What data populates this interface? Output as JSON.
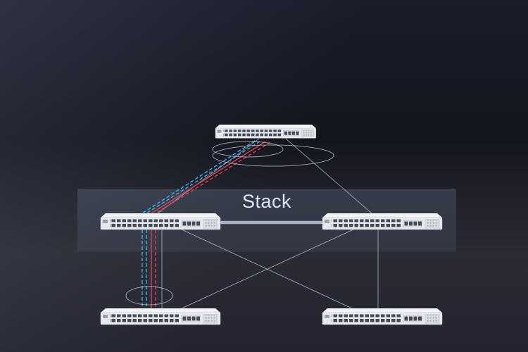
{
  "diagram": {
    "stack_label": "Stack",
    "colors": {
      "blue_link": "#3fb0ea",
      "red_link": "#e23d55",
      "plain_link": "rgba(214,223,238,0.6)",
      "stack_link": "#a9b3c5",
      "loop_stroke": "rgba(212,221,236,0.65)"
    },
    "devices": [
      {
        "id": "core-switch",
        "role": "core"
      },
      {
        "id": "stack-member-1",
        "role": "aggregation"
      },
      {
        "id": "stack-member-2",
        "role": "aggregation"
      },
      {
        "id": "access-switch-1",
        "role": "access"
      },
      {
        "id": "access-switch-2",
        "role": "access"
      }
    ]
  }
}
